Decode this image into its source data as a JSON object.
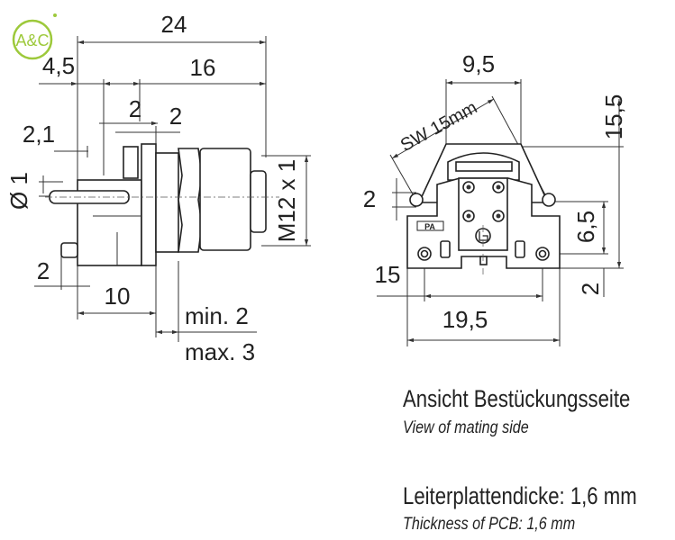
{
  "logo": {
    "text": "A&C",
    "color": "#9dc93b"
  },
  "side_view": {
    "dims": {
      "overall": "24",
      "front": "4,5",
      "body": "16",
      "step1": "2",
      "step2": "2",
      "pin_offset": "2,1",
      "pin_diameter": "Ø 1",
      "thread": "M12 x 1",
      "pin_bottom": "2",
      "depth": "10",
      "panel_min": "min. 2",
      "panel_max": "max. 3"
    }
  },
  "front_view": {
    "dims": {
      "width_top": "9,5",
      "wrench": "SW 15mm",
      "height": "15,5",
      "left_2": "2",
      "pin_height": "6,5",
      "hole_pitch": "15",
      "bottom_2": "2",
      "width": "19,5"
    },
    "marking": "PA"
  },
  "captions": {
    "view_de": "Ansicht Bestückungsseite",
    "view_en": "View of mating side",
    "pcb_de": "Leiterplattendicke: 1,6 mm",
    "pcb_en": "Thickness of PCB: 1,6 mm"
  }
}
